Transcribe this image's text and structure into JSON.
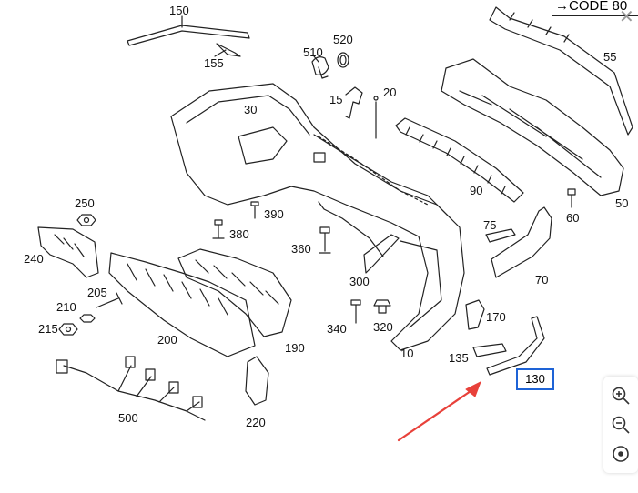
{
  "header": {
    "code_label": "→CODE 80"
  },
  "callouts": [
    {
      "id": "150",
      "text": "150"
    },
    {
      "id": "155",
      "text": "155"
    },
    {
      "id": "510",
      "text": "510"
    },
    {
      "id": "520",
      "text": "520"
    },
    {
      "id": "15",
      "text": "15"
    },
    {
      "id": "20",
      "text": "20"
    },
    {
      "id": "30",
      "text": "30"
    },
    {
      "id": "55",
      "text": "55"
    },
    {
      "id": "90",
      "text": "90"
    },
    {
      "id": "50",
      "text": "50"
    },
    {
      "id": "60",
      "text": "60"
    },
    {
      "id": "250",
      "text": "250"
    },
    {
      "id": "390",
      "text": "390"
    },
    {
      "id": "380",
      "text": "380"
    },
    {
      "id": "240",
      "text": "240"
    },
    {
      "id": "360",
      "text": "360"
    },
    {
      "id": "75",
      "text": "75"
    },
    {
      "id": "70",
      "text": "70"
    },
    {
      "id": "205",
      "text": "205"
    },
    {
      "id": "300",
      "text": "300"
    },
    {
      "id": "210",
      "text": "210"
    },
    {
      "id": "215",
      "text": "215"
    },
    {
      "id": "170",
      "text": "170"
    },
    {
      "id": "340",
      "text": "340"
    },
    {
      "id": "320",
      "text": "320"
    },
    {
      "id": "200",
      "text": "200"
    },
    {
      "id": "190",
      "text": "190"
    },
    {
      "id": "10",
      "text": "10"
    },
    {
      "id": "135",
      "text": "135"
    },
    {
      "id": "500",
      "text": "500"
    },
    {
      "id": "220",
      "text": "220"
    }
  ],
  "highlighted_part": "130",
  "arrow_color": "#e8413a",
  "highlight_color": "#1e63d6",
  "zoom_controls": {
    "zoom_in": "zoom-in-icon",
    "zoom_out": "zoom-out-icon",
    "reset": "reset-view-icon"
  }
}
